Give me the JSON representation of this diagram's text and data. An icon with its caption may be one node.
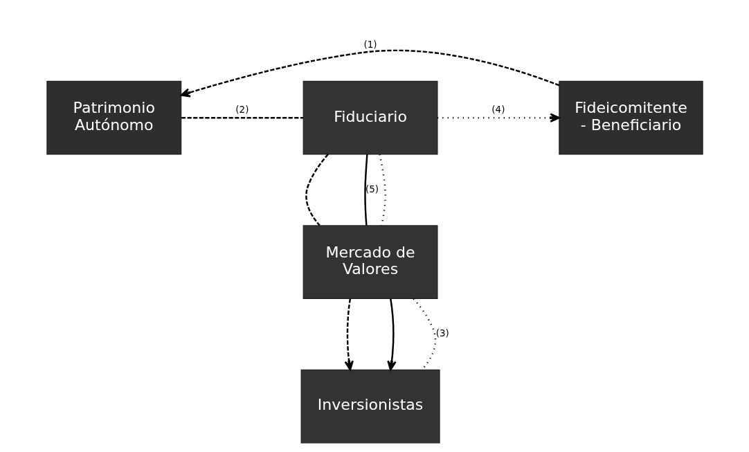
{
  "diagram": {
    "nodes": [
      {
        "text": [
          "Patrimonio Autónomo"
        ]
      },
      {
        "text": [
          "Fiduciario"
        ]
      },
      {
        "text": [
          "Fideicomitente - Beneficiario"
        ]
      },
      {
        "text": [
          "Mercado de Valores"
        ]
      },
      {
        "text": [
          "Inversionistas"
        ]
      }
    ],
    "edges": [
      {
        "from": 2,
        "to": 0,
        "arrow": "to",
        "style": "dashed",
        "label": "(1)"
      },
      {
        "from": 0,
        "to": 1,
        "arrow": "none",
        "style": "dashed",
        "label": "(2)"
      },
      {
        "from": 1,
        "to": 2,
        "arrow": "to",
        "style": "dashed",
        "label": "(4)"
      },
      {
        "from": 1,
        "to": 3,
        "arrow": "none",
        "style": "dashed"
      },
      {
        "from": 1,
        "to": 3,
        "arrow": "none",
        "label": "(5)"
      },
      {
        "from": 1,
        "to": 3,
        "arrow": "none",
        "style": "dashed"
      },
      {
        "from": 3,
        "to": 4,
        "arrow": "to",
        "style": "dashed"
      },
      {
        "from": 3,
        "to": 4,
        "arrow": "to"
      },
      {
        "from": 3,
        "to": 4,
        "arrow": "none",
        "style": "dashed",
        "label": "(3)"
      }
    ]
  }
}
